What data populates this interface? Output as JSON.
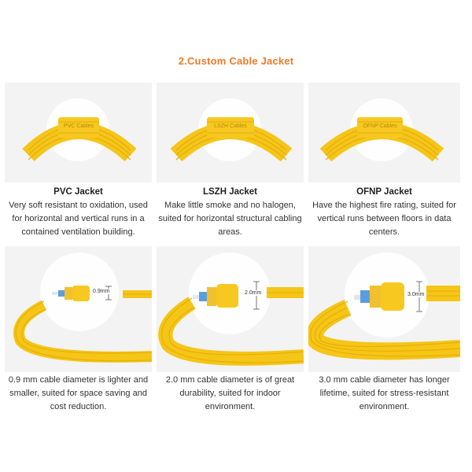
{
  "section": {
    "title": "2.Custom Cable Jacket",
    "title_color": "#f07a26"
  },
  "jackets": [
    {
      "name": "PVC Jacket",
      "description": "Very soft resistant to oxidation, used for horizontal and vertical runs in a contained ventilation building.",
      "cable_print": "PVC Cables"
    },
    {
      "name": "LSZH Jacket",
      "description": "Make little smoke and no halogen, suited for horizontal structural cabling areas.",
      "cable_print": "LSZH Cables"
    },
    {
      "name": "OFNP Jacket",
      "description": "Have the highest fire rating, suited for vertical runs between floors in data centers.",
      "cable_print": "OFNP Cables"
    }
  ],
  "diameters": [
    {
      "label": "0.9mm",
      "description": "0.9 mm cable diameter is lighter and smaller, suited for space saving and cost reduction."
    },
    {
      "label": "2.0mm",
      "description": "2.0 mm cable diameter is of great durability, suited for indoor environment."
    },
    {
      "label": "3.0mm",
      "description": "3.0 mm cable diameter has longer lifetime, suited for stress-resistant environment."
    }
  ],
  "colors": {
    "cable_yellow": "#f5c518",
    "cable_dark": "#e0a800",
    "panel_bg": "#f3f3f4",
    "core_blue": "#4a90d9"
  }
}
